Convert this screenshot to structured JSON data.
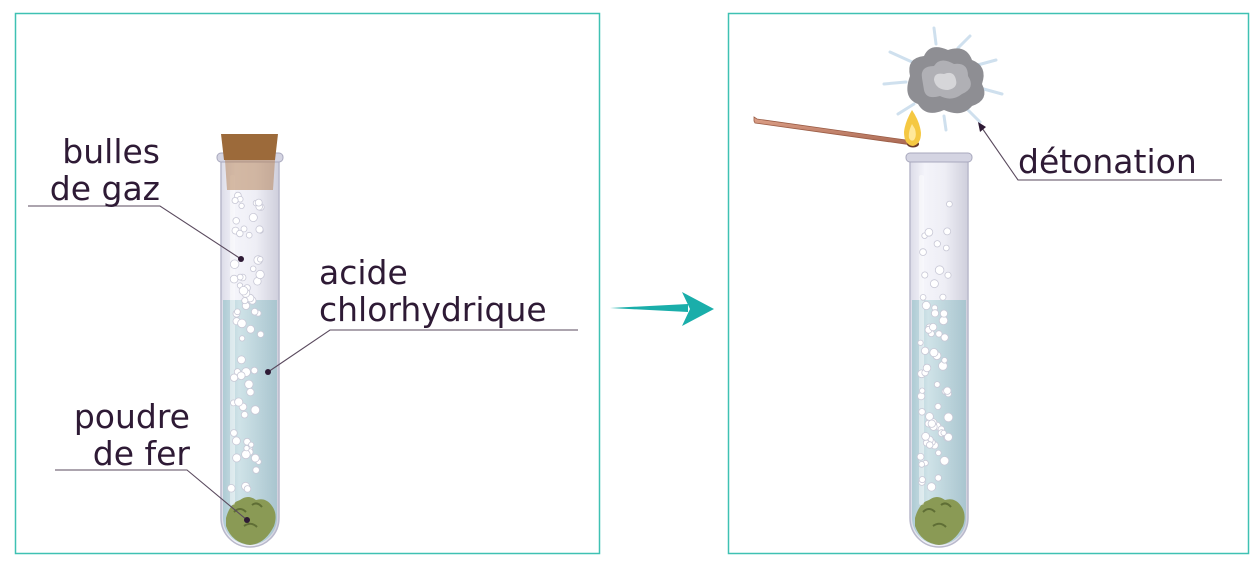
{
  "panel_left": {
    "labels": {
      "gas_bubbles": [
        "bulles",
        "de gaz"
      ],
      "acid": [
        "acide",
        "chlorhydrique"
      ],
      "iron_powder": [
        "poudre",
        "de fer"
      ]
    }
  },
  "panel_right": {
    "labels": {
      "detonation": "détonation"
    }
  },
  "colors": {
    "frame": "#3fc1b3",
    "arrow": "#1aaeaa",
    "text": "#2e1a35",
    "liquid": "#c4dce2",
    "cork": "#9c6a3a",
    "iron": "#8a9a55",
    "flame": "#f5c842",
    "smoke": "#8e8e93",
    "match": "#c7876f"
  }
}
